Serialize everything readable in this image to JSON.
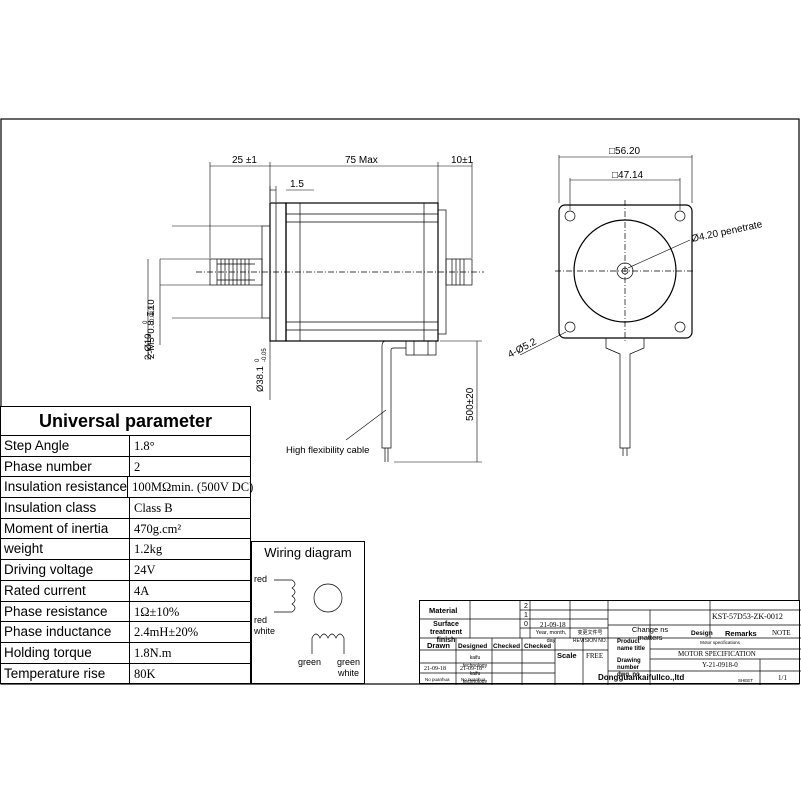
{
  "dimensions": {
    "flange_offset": "25 ±1",
    "body_length": "75 Max",
    "rear_shaft": "10±1",
    "flange_thickness": "1.5",
    "shaft_diameter_prefix": "2-Ø10",
    "shaft_diameter_tol_upper": "0",
    "shaft_diameter_tol_lower": "-0.012",
    "screw_thread": "2-M5*0.8 ↧10",
    "boss_diameter_prefix": "Ø38.1",
    "boss_tol_upper": "0",
    "boss_tol_lower": "-0.05",
    "lead_length": "500±20",
    "square_outer": "□56.20",
    "square_hole": "□47.14",
    "hole_penetrate": "Ø4.20 penetrate",
    "mount_holes": "4-Ø5.2"
  },
  "callouts": {
    "cable": "High flexibility cable"
  },
  "parameters": {
    "title": "Universal parameter",
    "rows": [
      {
        "name": "Step Angle",
        "value": "1.8°"
      },
      {
        "name": "Phase number",
        "value": "2"
      },
      {
        "name": "Insulation resistance",
        "value": "100MΩmin. (500V DC)"
      },
      {
        "name": "Insulation class",
        "value": "Class B"
      },
      {
        "name": "Moment of inertia",
        "value": "470g.cm²"
      },
      {
        "name": "weight",
        "value": "1.2kg"
      },
      {
        "name": "Driving voltage",
        "value": "24V"
      },
      {
        "name": "Rated current",
        "value": "4A"
      },
      {
        "name": "Phase resistance",
        "value": "1Ω±10%"
      },
      {
        "name": "Phase inductance",
        "value": "2.4mH±20%"
      },
      {
        "name": "Holding torque",
        "value": "1.8N.m"
      },
      {
        "name": "Temperature rise",
        "value": "80K"
      }
    ]
  },
  "wiring": {
    "title": "Wiring diagram",
    "red_top": "red",
    "red_mid": "red",
    "white_left": "white",
    "green_1": "green",
    "green_2": "green",
    "white_right": "white"
  },
  "title_block": {
    "material": "Material",
    "surface_treatment": "Surface treatment finish",
    "drawn": "Drawn",
    "designed": "Designed",
    "checked_1": "Checked",
    "checked_2": "Checked",
    "scale": "Scale",
    "scale_value": "FREE",
    "year_month_day": "Year, month, day",
    "change_file_no": "变更文件号 REVISION NO.",
    "change_matters": "Change ns matters",
    "design": "Design",
    "remarks": "Remarks",
    "remarks_value": "NOTE",
    "part_no": "KST-57D53-ZK-0012",
    "product_name_label": "Product name title",
    "motor_spec_small": "Motor specifications",
    "product_name_value": "MOTOR SPECIFICATION",
    "drawing_no_label": "Drawing number dwg. no",
    "drawing_no_value": "Y-21-0918-0",
    "company": "Dongguankaifullco.,ltd",
    "sheet": "1/1",
    "sheet_label": "SHEET",
    "row_1": "1",
    "row_2": "2",
    "row_0": "0",
    "date_1": "21-09-18",
    "drawn_date": "21-09-18",
    "designed_date": "21-09-18",
    "company_small": "kaifu technology kaifu technology",
    "no_puanhua_1": "No puanhua",
    "no_puanhua_2": "No puanhua"
  }
}
